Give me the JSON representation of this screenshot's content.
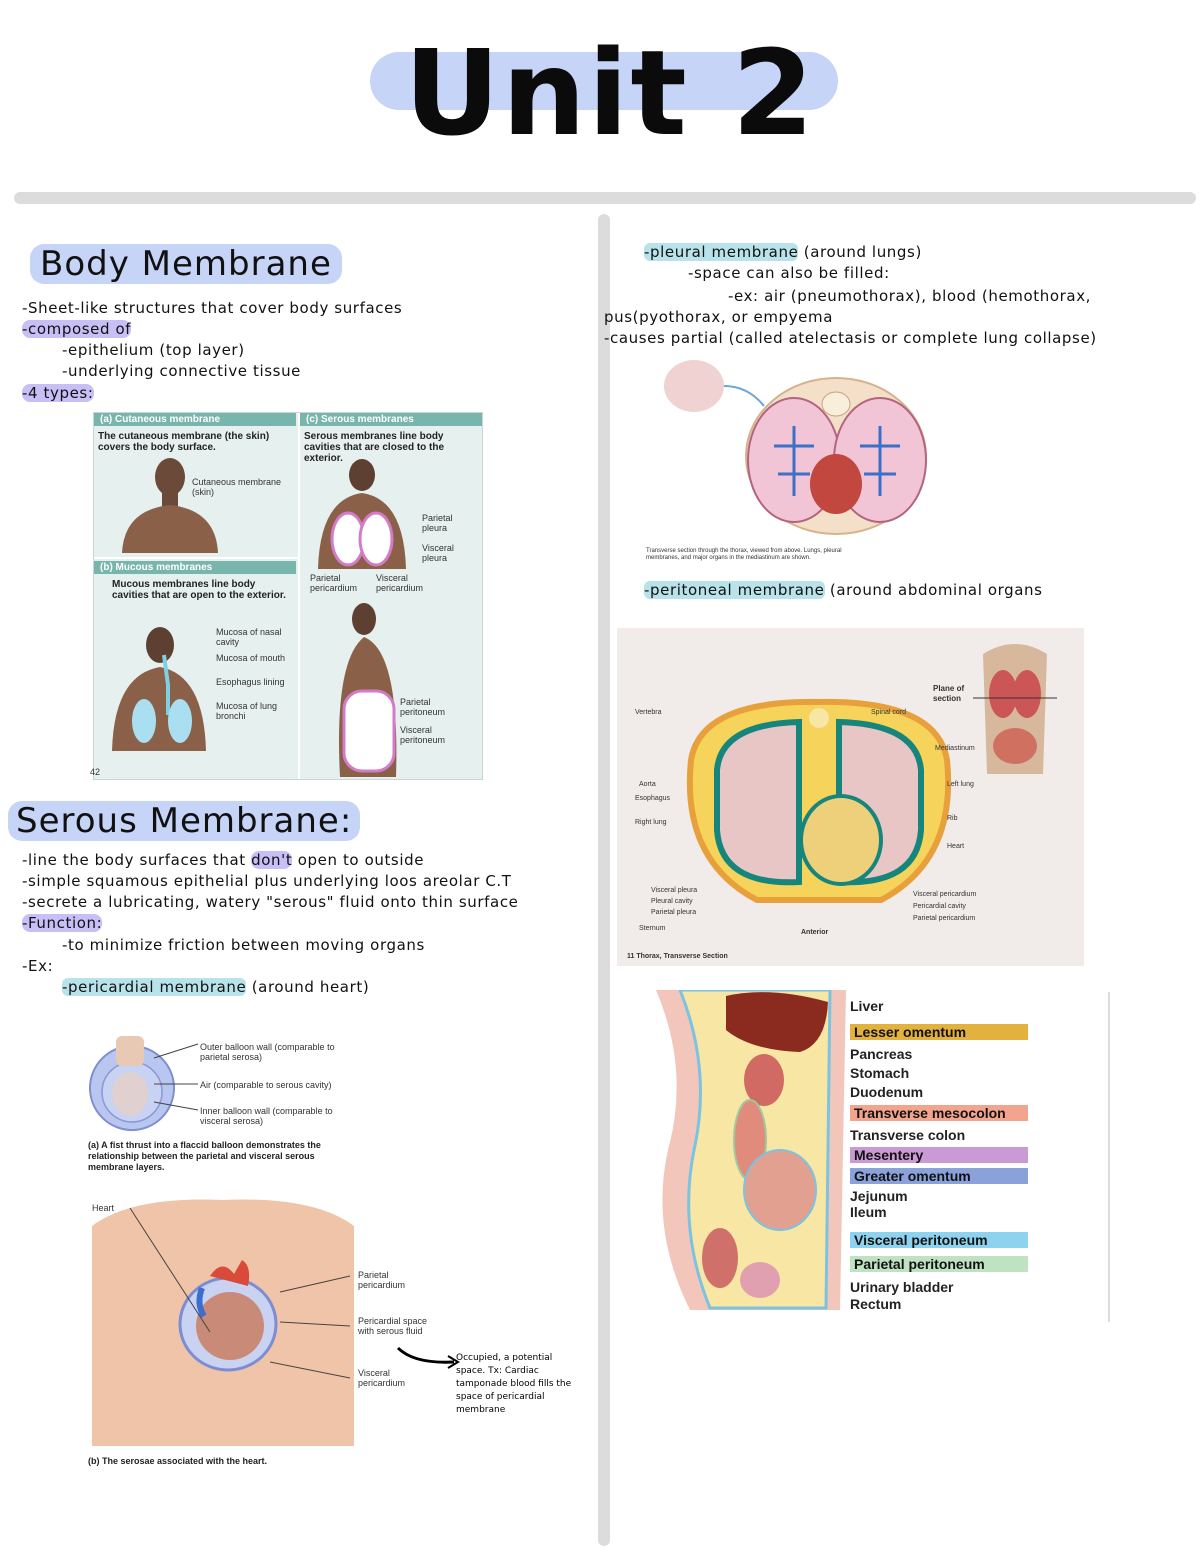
{
  "title": "Unit 2",
  "left": {
    "body_membrane": {
      "heading": "Body Membrane",
      "lines": [
        "-Sheet-like structures that cover body surfaces",
        "-composed of",
        "-epithelium (top layer)",
        "-underlying connective tissue",
        "-4 types:"
      ]
    },
    "membrane_figure": {
      "panel_a_title": "(a) Cutaneous membrane",
      "panel_a_caption": "The cutaneous membrane (the skin) covers the body surface.",
      "panel_a_label": "Cutaneous membrane (skin)",
      "panel_b_title": "(b) Mucous membranes",
      "panel_b_caption": "Mucous membranes line body cavities that are open to the exterior.",
      "panel_b_labels": [
        "Mucosa of nasal cavity",
        "Mucosa of mouth",
        "Esophagus lining",
        "Mucosa of lung bronchi"
      ],
      "panel_c_title": "(c) Serous membranes",
      "panel_c_caption": "Serous membranes line body cavities that are closed to the exterior.",
      "panel_c_labels": [
        "Parietal pleura",
        "Visceral pleura",
        "Parietal pericardium",
        "Visceral pericardium",
        "Parietal peritoneum",
        "Visceral peritoneum"
      ],
      "page_number": "42"
    },
    "serous_membrane": {
      "heading": "Serous Membrane:",
      "line1_pre": "-line the body surfaces that ",
      "line1_hl": "don't",
      "line1_post": " open to outside",
      "line2": "-simple squamous epithelial plus underlying loos areolar C.T",
      "line3": "-secrete a lubricating, watery \"serous\" fluid onto thin surface",
      "function_label": "-Function:",
      "function_text": "-to minimize friction between moving organs",
      "ex_label": "-Ex:",
      "pericardial_hl": "-pericardial membrane",
      "pericardial_post": " (around heart)"
    },
    "balloon_figure": {
      "labels": [
        "Outer balloon wall (comparable to parietal serosa)",
        "Air (comparable to serous cavity)",
        "Inner balloon wall (comparable to visceral serosa)"
      ],
      "caption": "(a) A fist thrust into a flaccid balloon demonstrates the relationship between the parietal and visceral serous membrane layers."
    },
    "heart_figure": {
      "labels": [
        "Heart",
        "Parietal pericardium",
        "Pericardial space with serous fluid",
        "Visceral pericardium"
      ],
      "caption": "(b) The serosae associated with the heart.",
      "note": "Occupied, a potential space. Tx: Cardiac tamponade blood fills the space of pericardial membrane"
    }
  },
  "right": {
    "pleural": {
      "hl": "-pleural membrane",
      "post": " (around lungs)",
      "line2": "-space can also be filled:",
      "line3": "-ex: air (pneumothorax), blood (hemothorax,",
      "line4": "pus(pyothorax, or empyema",
      "line5": "-causes partial (called atelectasis or complete lung collapse)"
    },
    "thorax_figure": {
      "caption": "Transverse section through the thorax, viewed from above. Lungs, pleural membranes, and major organs in the mediastinum are shown."
    },
    "peritoneal": {
      "hl": "-peritoneal membrane",
      "post": " (around abdominal organs"
    },
    "thorax_photo": {
      "labels_left": [
        "Vertebra",
        "Aorta",
        "Esophagus",
        "Right lung",
        "Visceral pleura",
        "Pleural cavity",
        "Parietal pleura",
        "Sternum"
      ],
      "labels_right": [
        "Spinal cord",
        "Mediastinum",
        "Left lung",
        "Rib",
        "Heart",
        "Visceral pericardium",
        "Pericardial cavity",
        "Parietal pericardium"
      ],
      "plane_label": "Plane of section",
      "bottom_label": "Anterior",
      "plate": "11 Thorax, Transverse Section"
    },
    "peritoneum_figure": {
      "labels": [
        {
          "text": "Liver",
          "tag": false,
          "color": ""
        },
        {
          "text": "Lesser omentum",
          "tag": true,
          "color": "#e3b13e"
        },
        {
          "text": "Pancreas",
          "tag": false,
          "color": ""
        },
        {
          "text": "Stomach",
          "tag": false,
          "color": ""
        },
        {
          "text": "Duodenum",
          "tag": false,
          "color": ""
        },
        {
          "text": "Transverse mesocolon",
          "tag": true,
          "color": "#f2a48e"
        },
        {
          "text": "Transverse colon",
          "tag": false,
          "color": ""
        },
        {
          "text": "Mesentery",
          "tag": true,
          "color": "#c99ad3"
        },
        {
          "text": "Greater omentum",
          "tag": true,
          "color": "#8aa1d9"
        },
        {
          "text": "Jejunum",
          "tag": false,
          "color": ""
        },
        {
          "text": "Ileum",
          "tag": false,
          "color": ""
        },
        {
          "text": "Visceral peritoneum",
          "tag": true,
          "color": "#8dd3ef"
        },
        {
          "text": "Parietal peritoneum",
          "tag": true,
          "color": "#bfe3c2"
        },
        {
          "text": "Urinary bladder",
          "tag": false,
          "color": ""
        },
        {
          "text": "Rectum",
          "tag": false,
          "color": ""
        }
      ]
    }
  }
}
